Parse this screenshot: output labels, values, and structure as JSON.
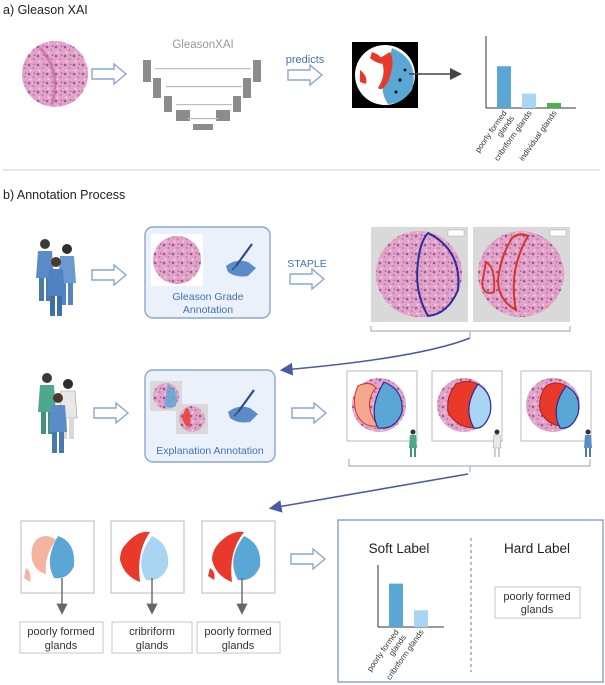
{
  "section_a": {
    "title": "a) Gleason XAI",
    "model_label": "GleasonXAI",
    "arrow_label": "predicts",
    "chart_data": {
      "type": "bar",
      "categories": [
        "poorly formed glands",
        "cribriform glands",
        "individual glands"
      ],
      "category_lines": [
        [
          "poorly formed",
          "glands"
        ],
        [
          "cribriform glands"
        ],
        [
          "individual glands"
        ]
      ],
      "values": [
        0.58,
        0.2,
        0.07
      ],
      "ylim": [
        0,
        1
      ],
      "colors": [
        "#5aa7d6",
        "#a9d5f2",
        "#4caf50"
      ]
    }
  },
  "section_b": {
    "title": "b) Annotation Process",
    "staple_label": "STAPLE",
    "step1_lines": [
      "Gleason Grade",
      "Annotation"
    ],
    "step2_label": "Explanation Annotation",
    "region_labels": [
      [
        "poorly formed",
        "glands"
      ],
      [
        "cribriform",
        "glands"
      ],
      [
        "poorly formed",
        "glands"
      ]
    ],
    "soft_label_title": "Soft Label",
    "hard_label_title": "Hard Label",
    "hard_label_lines": [
      "poorly formed",
      "glands"
    ],
    "soft_chart_data": {
      "type": "bar",
      "categories": [
        "poorly formed glands",
        "cribriform glands"
      ],
      "category_lines": [
        [
          "poorly formed",
          "glands"
        ],
        [
          "cribriform glands"
        ]
      ],
      "values": [
        0.7,
        0.27
      ],
      "ylim": [
        0,
        1
      ],
      "colors": [
        "#5aa7d6",
        "#a9d5f2"
      ]
    }
  },
  "colors": {
    "tissue_pink": "#d98fb8",
    "tissue_purple": "#8a5ca8",
    "blue_region": "#5aa7d6",
    "light_blue_region": "#a9d5f2",
    "red_region": "#e8392a",
    "salmon_region": "#f4a98e",
    "arrow_outline": "#8aa7d0",
    "panel_fill": "#eaf1fb",
    "panel_stroke": "#8aa7d0",
    "text_blue": "#4670b3"
  },
  "icons": [
    "tissue-core-icon",
    "unet-icon",
    "segmentation-map-icon",
    "pathologists-icon",
    "pen-hand-icon",
    "pathologist-icon"
  ]
}
